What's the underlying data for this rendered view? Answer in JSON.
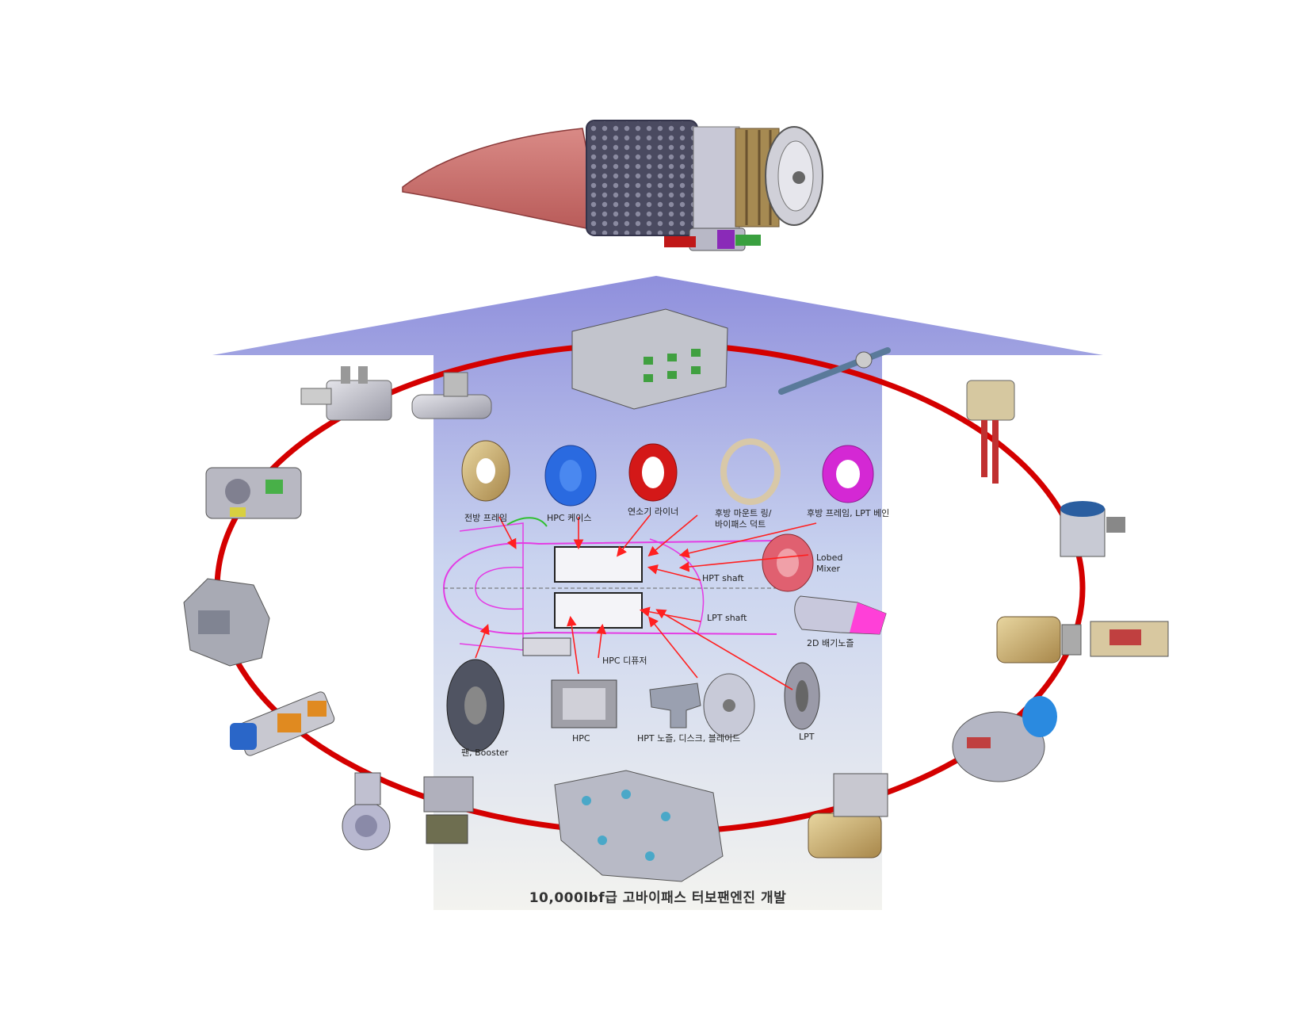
{
  "labels": {
    "front_frame": "전방 프레임",
    "hpc_case": "HPC 케이스",
    "combustor_liner": "연소기 라이너",
    "rear_mount_ring": "후방 마운트 링/",
    "bypass_duct": "바이패스 덕트",
    "rear_frame_lpt_vane": "후방 프레임, LPT 베인",
    "lobed_mixer_line1": "Lobed",
    "lobed_mixer_line2": "Mixer",
    "hpt_shaft": "HPT shaft",
    "lpt_shaft": "LPT shaft",
    "nozzle_2d": "2D 배기노즐",
    "hpc_diffuser": "HPC 디퓨저",
    "fan_booster": "팬, Booster",
    "hpc": "HPC",
    "hpt_parts": "HPT 노즐, 디스크, 블레이드",
    "lpt": "LPT"
  },
  "caption": "10,000lbf급 고바이패스 터보팬엔진 개발",
  "colors": {
    "ring": "#d40000",
    "arrow_top": "#8f8fdc",
    "arrow_bottom": "#f2f2ee",
    "callout": "#ff2020",
    "schematic": "#e43ce4",
    "mixer": "#e06070",
    "nozzle_tip": "#ff40d8"
  }
}
